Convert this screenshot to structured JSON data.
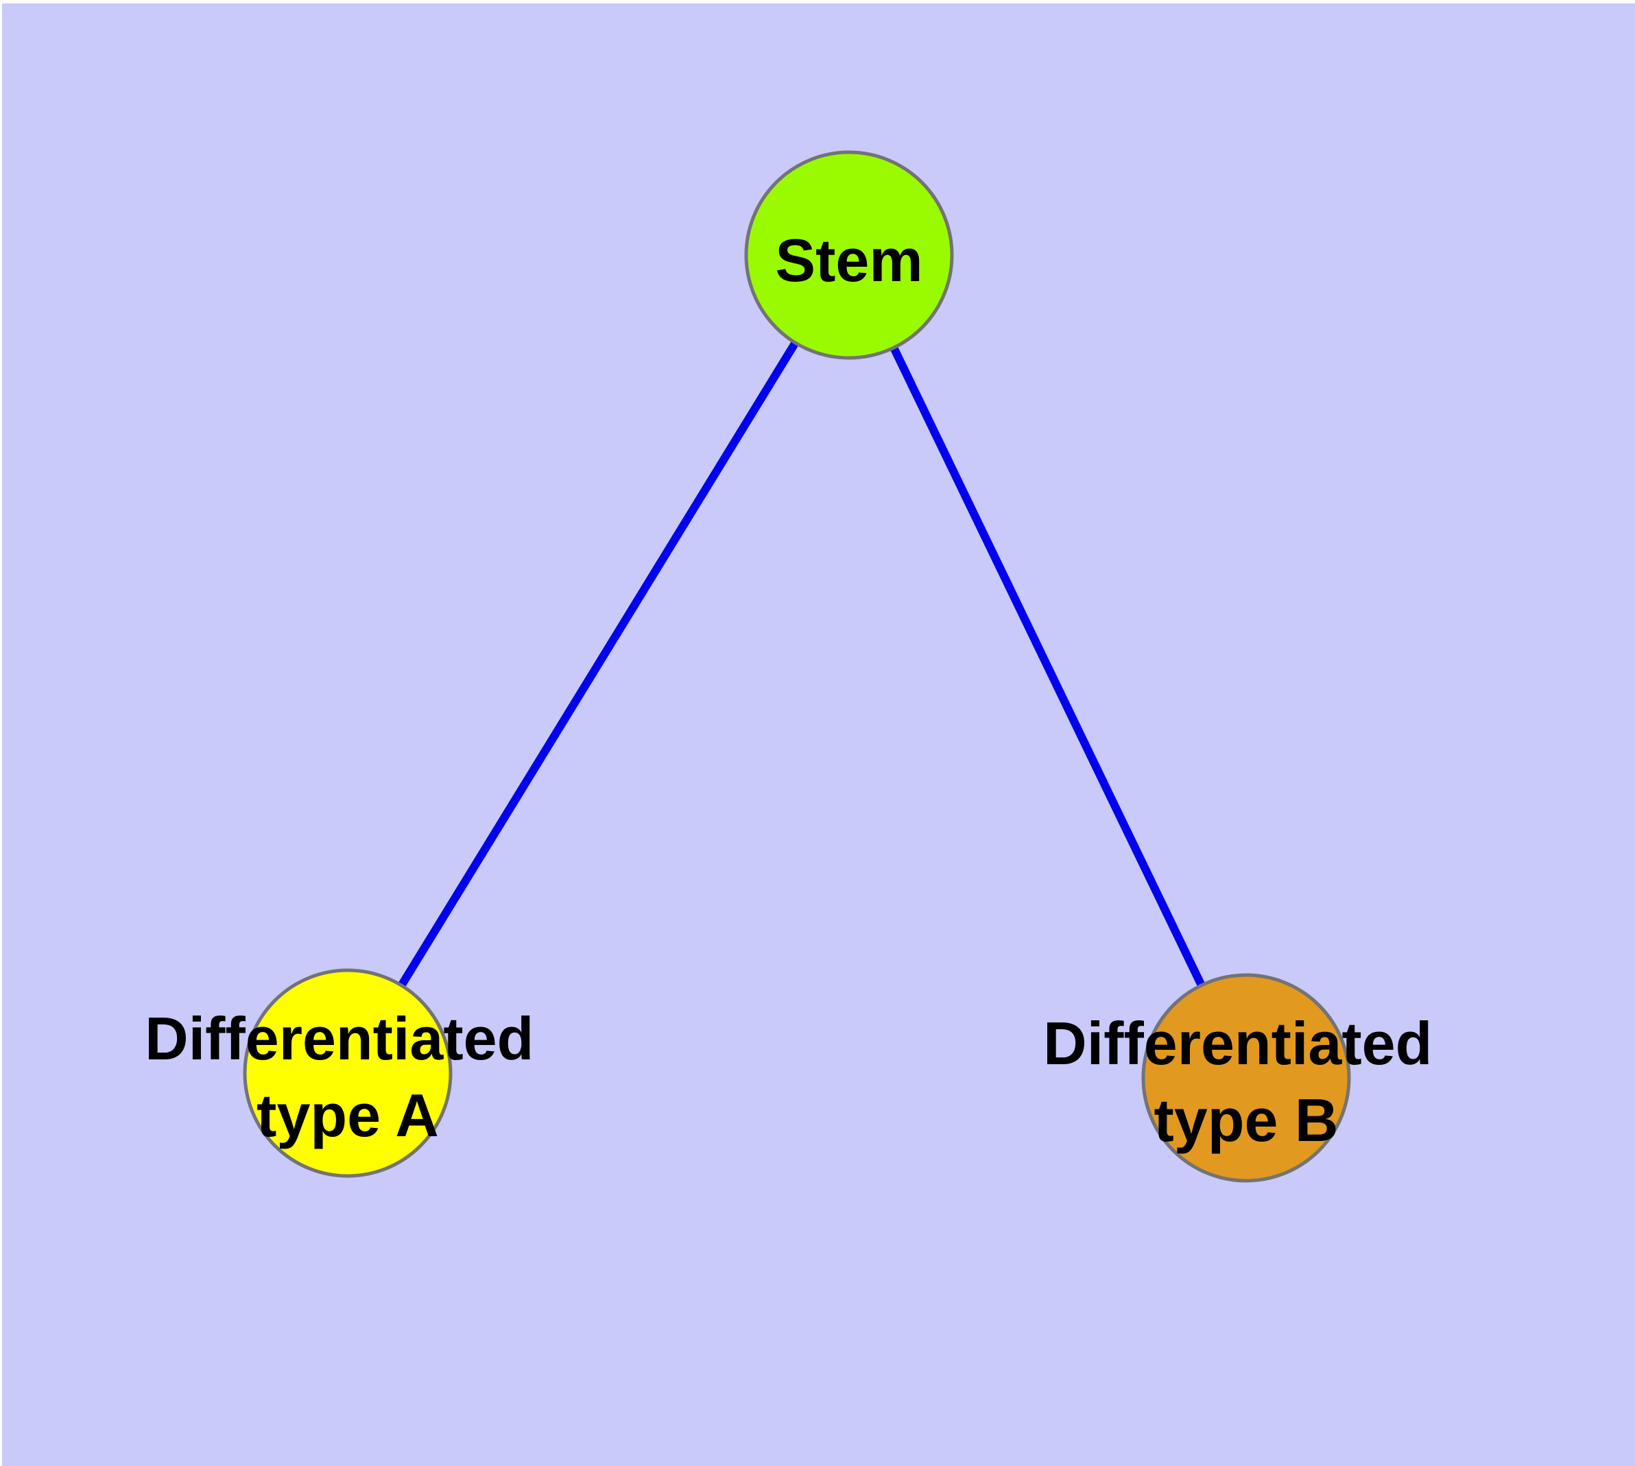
{
  "diagram": {
    "type": "node-link-graph",
    "background_color": "#C9C9FA",
    "page_margin_color": "#FFFFFF",
    "edge_color": "#0202EE",
    "node_border_color": "#737373",
    "nodes": [
      {
        "id": "stem",
        "lines": [
          "Stem"
        ],
        "fill": "#9AFB00"
      },
      {
        "id": "type-a",
        "lines": [
          "Differentiated",
          "type A"
        ],
        "fill": "#FFFF00"
      },
      {
        "id": "type-b",
        "lines": [
          "Differentiated",
          "type B"
        ],
        "fill": "#E2991F"
      }
    ],
    "edges": [
      {
        "source": "Stem",
        "target": "Differentiated type A"
      },
      {
        "source": "Stem",
        "target": "Differentiated type B"
      }
    ]
  }
}
